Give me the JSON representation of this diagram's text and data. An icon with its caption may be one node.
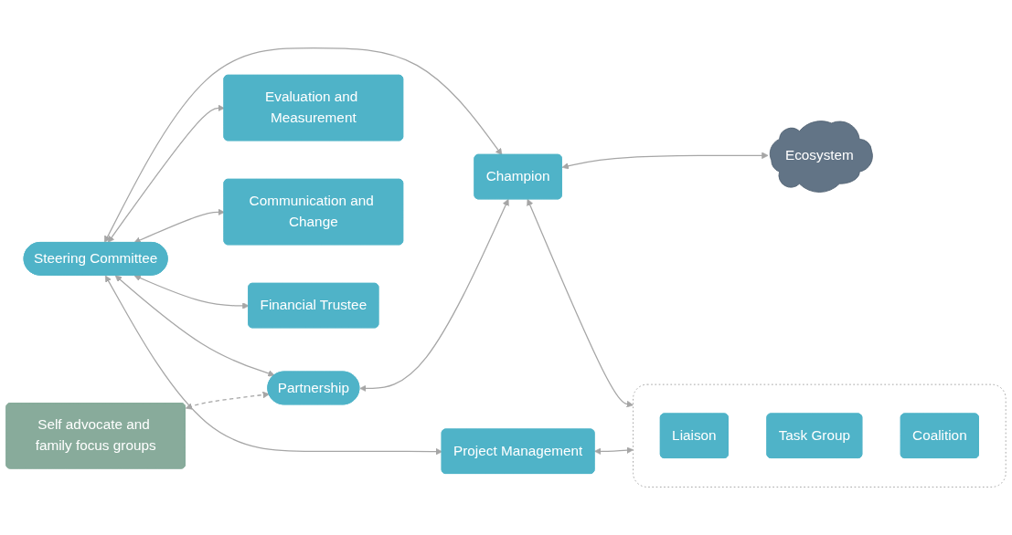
{
  "diagram": {
    "nodes": [
      {
        "text": [
          "Steering Committee"
        ]
      },
      {
        "text": [
          "Partnership"
        ]
      },
      {
        "text": [
          "Self advocate and family focus groups"
        ]
      },
      {
        "text": [
          "Evaluation and Measurement"
        ]
      },
      {
        "text": [
          "Communication and Change"
        ]
      },
      {
        "text": [
          "Project Management"
        ]
      },
      {
        "text": [
          "Financial Trustee"
        ]
      },
      {
        "text": [
          "Champion"
        ]
      },
      {
        "text": [
          "Ecosystem"
        ]
      },
      {
        "text": [],
        "shape": "box"
      },
      {
        "text": [
          "Liaison"
        ],
        "in": 9
      },
      {
        "text": [
          "Task Group"
        ],
        "in": 9
      },
      {
        "text": [
          "Coalition"
        ],
        "in": 9
      }
    ],
    "edges": [
      {
        "from": 0,
        "to": 1,
        "arrow": "both"
      },
      {
        "from": 2,
        "to": 1,
        "arrow": "both",
        "style": "dashed"
      },
      {
        "from": 0,
        "to": 3,
        "arrow": "both"
      },
      {
        "from": 0,
        "to": 4,
        "arrow": "both"
      },
      {
        "from": 0,
        "to": 5,
        "arrow": "both"
      },
      {
        "from": 0,
        "to": 6,
        "arrow": "both"
      },
      {
        "from": 0,
        "to": 7,
        "arrow": "both"
      },
      {
        "from": 1,
        "to": 7,
        "arrow": "both"
      },
      {
        "from": 7,
        "to": 8,
        "arrow": "both"
      },
      {
        "from": 7,
        "to": 9,
        "arrow": "both"
      },
      {
        "from": 5,
        "to": 9,
        "arrow": "both"
      }
    ]
  }
}
